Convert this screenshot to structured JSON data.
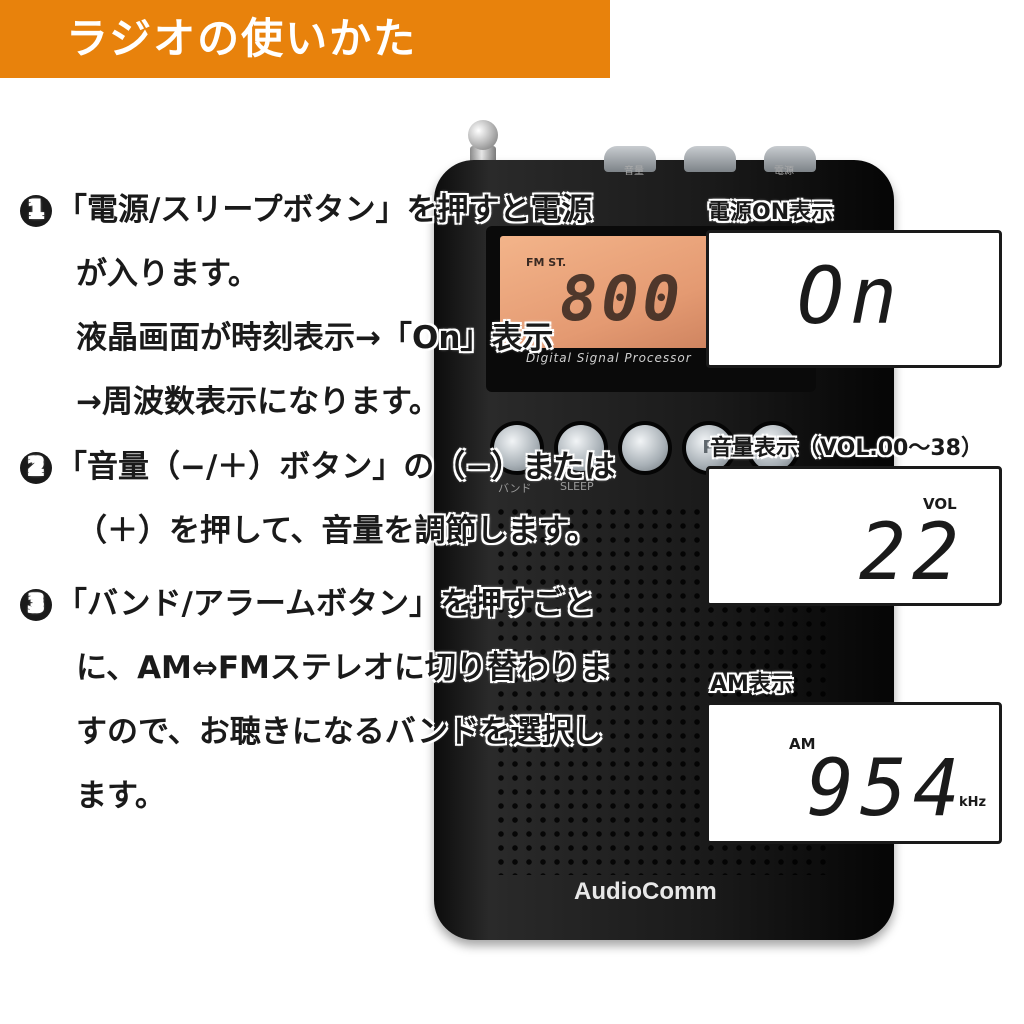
{
  "header": {
    "title": "ラジオの使いかた"
  },
  "device": {
    "lcd_band": "FM ST.",
    "lcd_digits": "800",
    "dsp_text": "Digital Signal Processor",
    "top_buttons": [
      "音量",
      "電源"
    ],
    "front_labels": [
      "バンド",
      "SLEEP"
    ],
    "preset_symbol": "P",
    "brand": "AudioComm"
  },
  "steps": [
    {
      "number": "1",
      "lines": [
        "「電源/スリープボタン」を押すと電源",
        "が入ります。",
        "液晶画面が時刻表示→「On」表示",
        "→周波数表示になります。"
      ]
    },
    {
      "number": "2",
      "lines": [
        "「音量（−/＋）ボタン」の（−）または",
        "（＋）を押して、音量を調節します。"
      ]
    },
    {
      "number": "3",
      "lines": [
        "「バンド/アラームボタン」を押すごと",
        "に、AM⇔FMステレオに切り替わりま",
        "すので、お聴きになるバンドを選択し",
        "ます。"
      ]
    }
  ],
  "callouts": [
    {
      "label": "電源ON表示",
      "display": "On"
    },
    {
      "label": "音量表示（VOL.00〜38）",
      "tag": "VOL",
      "display": "22"
    },
    {
      "label": "AM表示",
      "tag": "AM",
      "display": "954",
      "unit": "kHz"
    }
  ]
}
